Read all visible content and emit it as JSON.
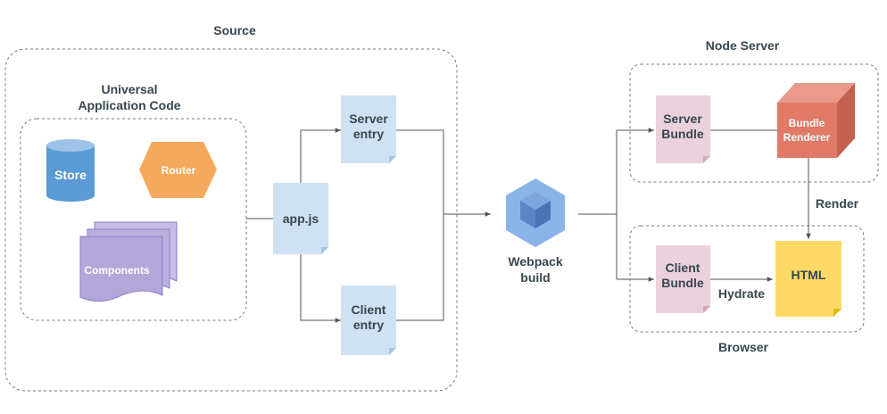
{
  "groups": {
    "source": "Source",
    "universal": [
      "Universal",
      "Application Code"
    ],
    "node_server": "Node Server",
    "browser": "Browser"
  },
  "nodes": {
    "store": "Store",
    "router": "Router",
    "components": "Components",
    "app_js": "app.js",
    "server_entry": [
      "Server",
      "entry"
    ],
    "client_entry": [
      "Client",
      "entry"
    ],
    "webpack": [
      "Webpack",
      "build"
    ],
    "server_bundle": [
      "Server",
      "Bundle"
    ],
    "client_bundle": [
      "Client",
      "Bundle"
    ],
    "bundle_renderer": [
      "Bundle",
      "Renderer"
    ],
    "html": "HTML"
  },
  "edge_labels": {
    "render": "Render",
    "hydrate": "Hydrate"
  },
  "colors": {
    "store": "#5b9bd5",
    "router": "#f5a95c",
    "components": "#b3a6d9",
    "entry_doc": "#cfe2f3",
    "bundle_doc": "#ead1dc",
    "renderer_cube": "#e07a67",
    "html_doc": "#ffd966",
    "webpack_cube": "#6f9ad6"
  }
}
